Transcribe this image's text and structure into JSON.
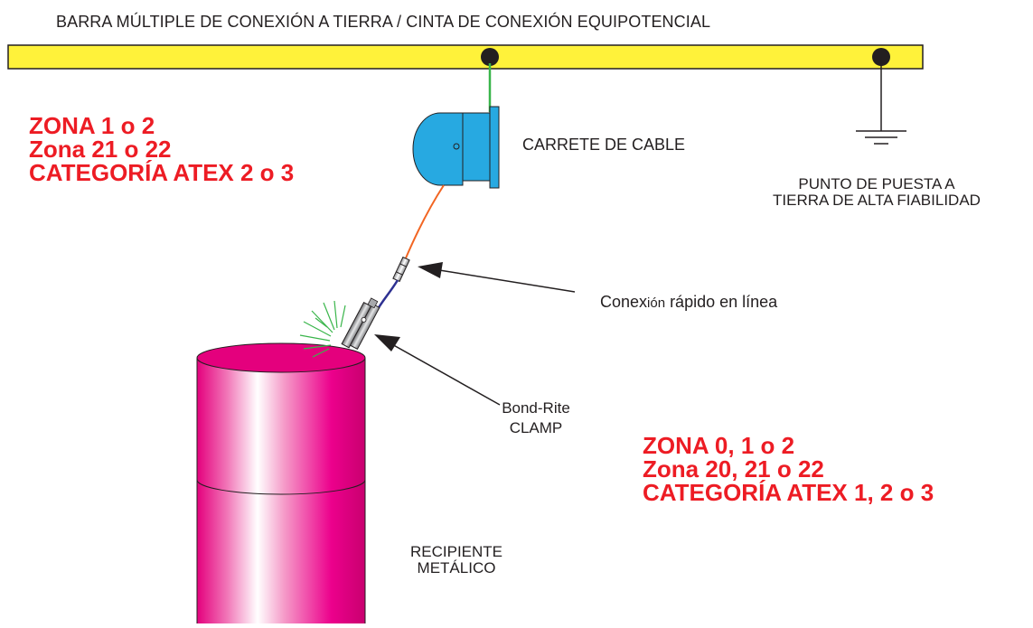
{
  "title": "BARRA MÚLTIPLE DE CONEXIÓN A TIERRA / CINTA DE CONEXIÓN EQUIPOTENCIAL",
  "zone_left": {
    "line1": "ZONA 1 o 2",
    "line2": "Zona 21 o 22",
    "line3": "CATEGORÍA ATEX 2 o 3"
  },
  "zone_right": {
    "line1": "ZONA 0, 1 o 2",
    "line2": "Zona 20, 21 o 22",
    "line3": "CATEGORÍA ATEX 1, 2 o 3"
  },
  "labels": {
    "cable_reel": "CARRETE DE CABLE",
    "ground_point_line1": "PUNTO DE PUESTA A",
    "ground_point_line2": "TIERRA DE ALTA FIABILIDAD",
    "connector_prefix": "Conex",
    "connector_small": "ión",
    "connector_suffix": " rápido en línea",
    "clamp_line1": "Bond-Rite",
    "clamp_line2": "CLAMP",
    "container_line1": "RECIPIENTE",
    "container_line2": "METÁLICO"
  },
  "colors": {
    "busbar": "#fff23a",
    "zone_text": "#ed1c24",
    "reel": "#27a9e1",
    "drum": "#ec008c",
    "ground_wire": "#39b54a",
    "cable": "#f26522",
    "blue_cable": "#2e3192",
    "sparks": "#39b54a"
  }
}
